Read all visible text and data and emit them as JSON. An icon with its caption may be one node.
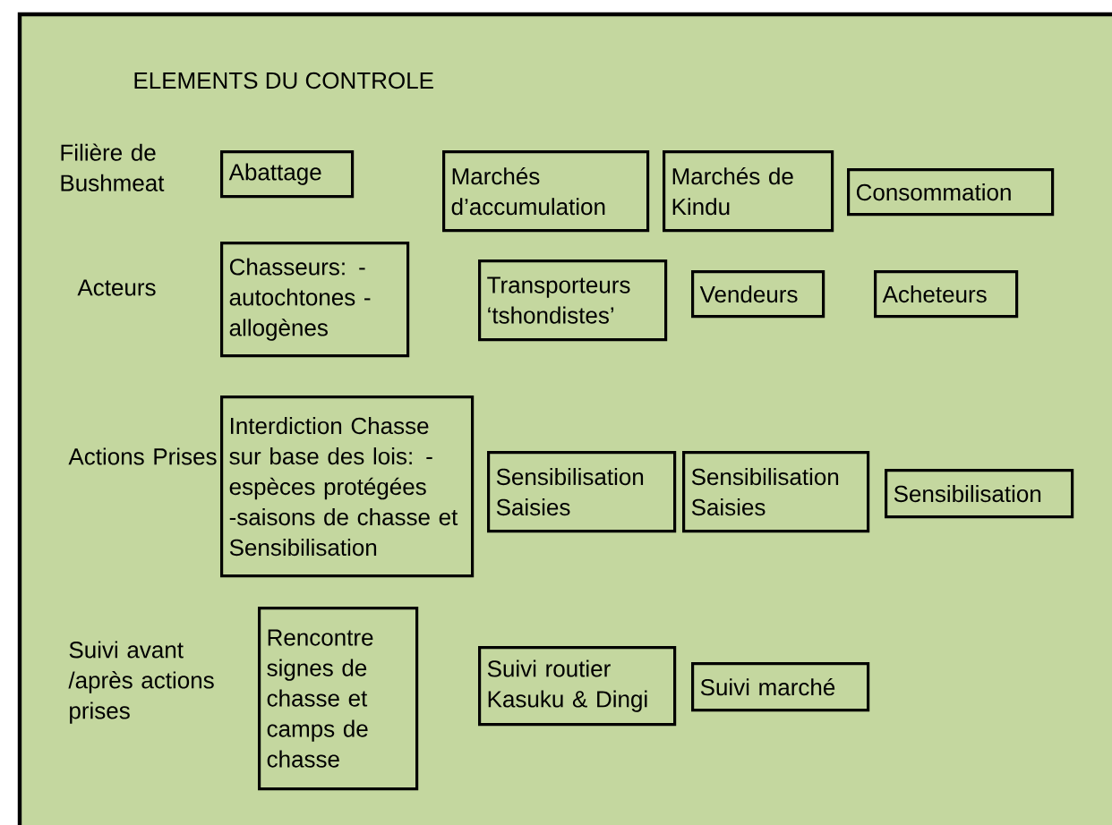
{
  "diagram": {
    "title": "ELEMENTS DU CONTROLE",
    "nodes": [
      {
        "text": [
          "Abattage"
        ]
      },
      {
        "text": [
          "Marchés d’accumulation"
        ]
      },
      {
        "text": [
          "Marchés de Kindu"
        ]
      },
      {
        "text": [
          "Consommation"
        ]
      },
      {
        "text": [
          "Chasseurs: - autochtones - allogènes"
        ]
      },
      {
        "text": [
          "Transporteurs ‘tshondistes’"
        ]
      },
      {
        "text": [
          "Vendeurs"
        ]
      },
      {
        "text": [
          "Acheteurs"
        ]
      },
      {
        "text": [
          "Interdiction Chasse sur base des lois: -espèces protégées -saisons de chasse et Sensibilisation"
        ]
      },
      {
        "text": [
          "Sensibilisation Saisies"
        ]
      },
      {
        "text": [
          "Sensibilisation Saisies"
        ]
      },
      {
        "text": [
          "Sensibilisation"
        ]
      },
      {
        "text": [
          "Rencontre signes de chasse et camps de chasse"
        ]
      },
      {
        "text": [
          "Suivi routier Kasuku & Dingi"
        ]
      },
      {
        "text": [
          "Suivi marché"
        ]
      }
    ],
    "labels": [
      "Filière de Bushmeat",
      "Acteurs",
      "Actions Prises",
      "Suivi avant /après actions prises"
    ]
  }
}
